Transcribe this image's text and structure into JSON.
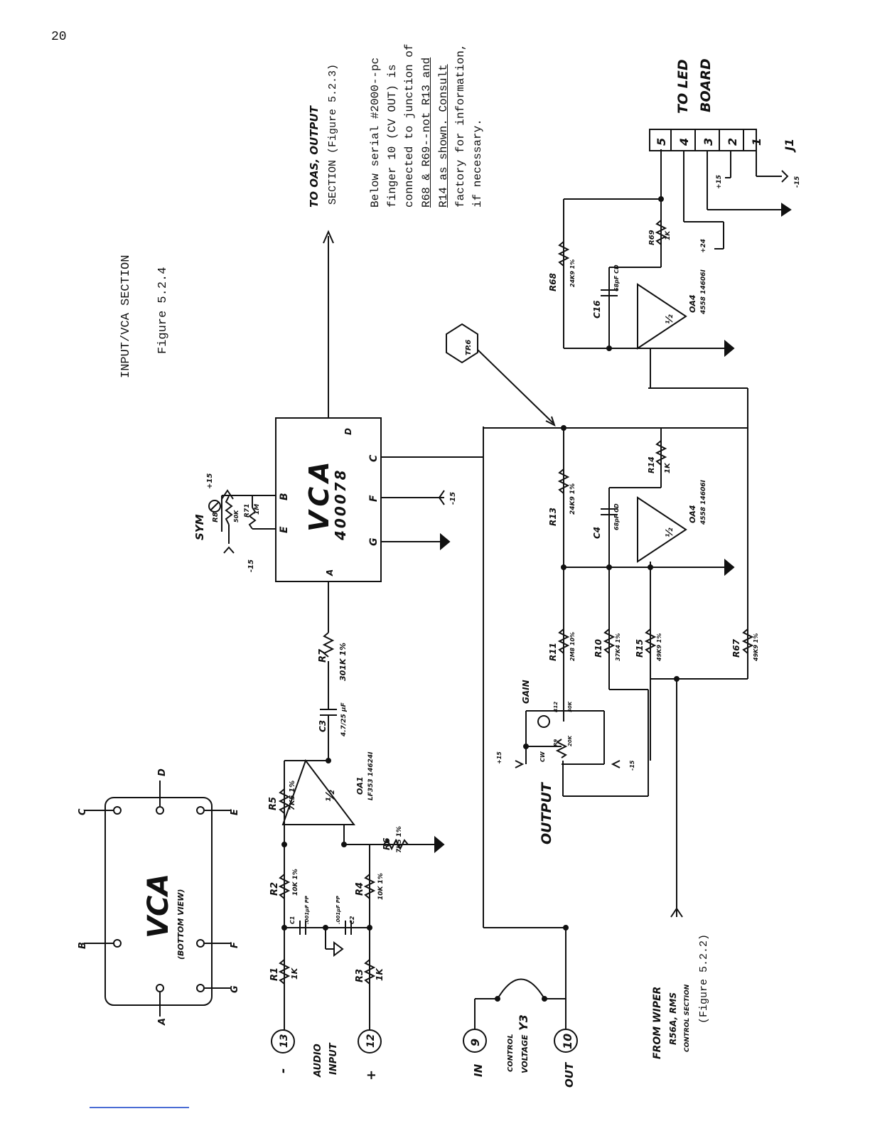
{
  "page_number": "20",
  "title": "INPUT/VCA SECTION",
  "figure": "Figure 5.2.4",
  "to_oas_line1": "TO OAS, OUTPUT",
  "to_oas_line2": "SECTION (Figure 5.2.3)",
  "note": [
    "Below serial #2000--pc",
    "finger 10 (CV OUT) is",
    "connected to junction of",
    "R68 & R69--not R13 and",
    "R14 as shown.  Consult",
    "factory for information,",
    "if necessary."
  ],
  "to_led": [
    "TO LED",
    "BOARD"
  ],
  "connector": {
    "name": "J1",
    "pins": [
      "5",
      "4",
      "3",
      "2",
      "1"
    ]
  },
  "pin_voltages": {
    "p3": "+15",
    "p1": "-15",
    "p4": "+24"
  },
  "vca_pinout": {
    "title": "VCA",
    "subtitle": "(BOTTOM VIEW)",
    "pins": [
      "A",
      "B",
      "C",
      "D",
      "E",
      "F",
      "G"
    ]
  },
  "vca_chip": {
    "title": "VCA",
    "part": "400078",
    "pins": [
      "A",
      "B",
      "C",
      "D",
      "E",
      "F",
      "G"
    ]
  },
  "sym": {
    "label": "SYM",
    "r8": "R8",
    "r8v": "50K",
    "r71": "R71",
    "r71v": "1M",
    "plus": "+15",
    "minus": "-15"
  },
  "vca_supply": {
    "f": "-15"
  },
  "audio_input": {
    "line1": "AUDIO",
    "line2": "INPUT",
    "minus": "-",
    "plus": "+",
    "pin_minus": "13",
    "pin_plus": "12"
  },
  "components": {
    "r1": "R1",
    "r1v": "1K",
    "r3": "R3",
    "r3v": "1K",
    "r2": "R2",
    "r2v": "10K 1%",
    "r4": "R4",
    "r4v": "10K 1%",
    "c1": "C1",
    "c1v": ".001µF PP",
    "c2": "C2",
    "c2v": ".001µF PP",
    "r5": "R5",
    "r5v": "7K5 1%",
    "r6": "R6",
    "r6v": "7K5 1%",
    "oa1": "OA1",
    "oa1v": "LF353 14624I",
    "half": "½",
    "c3": "C3",
    "c3v": "4.7/25 µF",
    "r7": "R7",
    "r7v": "301K 1%",
    "r13": "R13",
    "r13v": "24K9 1%",
    "c4": "C4",
    "c4v": "68pF CD",
    "r14": "R14",
    "r14v": "1K",
    "oa4a": "OA4",
    "oa4av": "4558 14606I",
    "r11": "R11",
    "r11v": "2M8 10%",
    "r10": "R10",
    "r10v": "37K4 1%",
    "r15": "R15",
    "r15v": "49K9 1%",
    "r67": "R67",
    "r67v": "49K9 1%",
    "r12": "R12",
    "r12v": "50K",
    "r9": "R9",
    "r9v": "20K",
    "r68": "R68",
    "r68v": "24K9 1%",
    "c16": "C16",
    "c16v": "68pF CD",
    "r69": "R69",
    "r69v": "1K",
    "oa4b": "OA4",
    "oa4bv": "4558 14606I",
    "tp": "TP.6"
  },
  "gain": {
    "label": "GAIN",
    "plus": "+15",
    "minus": "-15",
    "cw": "CW"
  },
  "output_label": "OUTPUT",
  "control_voltage": {
    "in": "IN",
    "out": "OUT",
    "line1": "CONTROL",
    "line2": "VOLTAGE",
    "pin_in": "9",
    "pin_out": "10",
    "link": "Y3"
  },
  "from_wiper": {
    "line1": "FROM WIPER",
    "line2": "R56A, RMS",
    "line3": "CONTROL SECTION",
    "line4": "(Figure 5.2.2)"
  }
}
